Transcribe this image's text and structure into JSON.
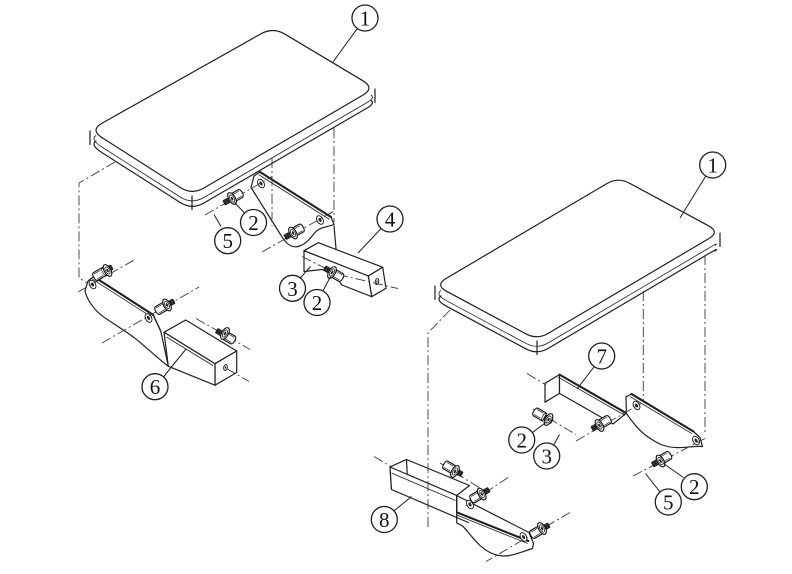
{
  "figure": {
    "type": "exploded-assembly-diagram",
    "description_colors": {
      "line": "#1f1f1f",
      "background": "#ffffff",
      "thread_fill": "#222222"
    }
  },
  "callouts": [
    {
      "id": "left-pad",
      "label": "1"
    },
    {
      "id": "left-washer-upper",
      "label": "2"
    },
    {
      "id": "left-screw-upper",
      "label": "5"
    },
    {
      "id": "left-upper-bracket",
      "label": "4"
    },
    {
      "id": "left-screw-side",
      "label": "3"
    },
    {
      "id": "left-washer-side",
      "label": "2"
    },
    {
      "id": "left-lower-bracket",
      "label": "6"
    },
    {
      "id": "right-pad",
      "label": "1"
    },
    {
      "id": "right-channel",
      "label": "7"
    },
    {
      "id": "right-washer-side",
      "label": "2"
    },
    {
      "id": "right-screw-side",
      "label": "3"
    },
    {
      "id": "right-screw-lower",
      "label": "5"
    },
    {
      "id": "right-washer-lower",
      "label": "2"
    },
    {
      "id": "right-lower-bracket",
      "label": "8"
    }
  ]
}
